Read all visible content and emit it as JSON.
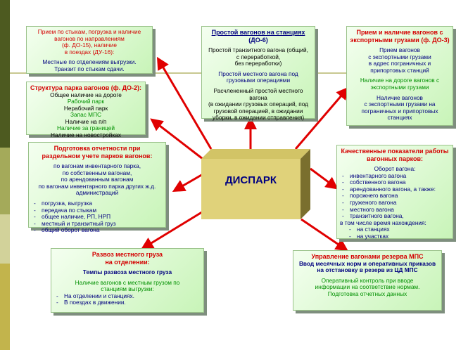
{
  "center": {
    "label": "ДИСПАРК"
  },
  "box_arrival": {
    "lines": [
      "Прием по стыкам, погрузка и наличие",
      "вагонов по направлениям",
      "(ф. ДО-15), наличие",
      "в поездах (ДУ-16):"
    ],
    "notes": [
      "Местные по отделениям выгрузки.",
      "Транзит по стыкам сдачи."
    ]
  },
  "box_idle": {
    "title_lines": [
      "Простой вагонов на станциях",
      "(ДО-6)"
    ],
    "items": [
      [
        "Простой транзитного вагона (общий,",
        "с переработкой,",
        "без переработки)"
      ],
      [
        "Простой местного вагона под",
        "грузовыми операциями"
      ],
      [
        "Расчлененный простой местного",
        "вагона",
        "(в ожидании грузовых операций, под",
        "грузовой операцией, в ожидании",
        "уборки, в ожидании отправления)"
      ]
    ]
  },
  "box_export": {
    "title_lines": [
      "Прием и наличие вагонов с",
      "экспортными грузами (ф. ДО-3)"
    ],
    "para1": [
      "Прием вагонов",
      "с экспортными грузами",
      "в адрес пограничных и",
      "припортовых станций"
    ],
    "para2": [
      "Наличие на дороге вагонов с",
      "экспортными грузами"
    ],
    "para3": [
      "Наличие вагонов",
      "с экспортными грузами на",
      "пограничных и припортовых",
      "станциях"
    ]
  },
  "box_structure": {
    "title": "Структура парка вагонов (ф. ДО-2):",
    "items": [
      "Общее наличие на дороге",
      "Рабочий парк",
      "Нерабочий парк",
      "Запас МПС",
      "Наличие на п/п",
      "Наличие за границей",
      "Наличие на новостройках"
    ]
  },
  "box_reporting": {
    "title_lines": [
      "Подготовка отчетности при",
      "раздельном учете парков вагонов:"
    ],
    "lines": [
      "по вагонам инвентарного парка,",
      "по собственным вагонам,",
      "по арендованным вагонам",
      "по вагонам инвентарного парка других ж.д.",
      "администраций"
    ],
    "bullets": [
      "погрузка, выгрузка",
      "передача по стыкам",
      "общее наличие, РП, НРП",
      "местный и транзитный груз",
      "общий оборот вагона"
    ]
  },
  "box_quality": {
    "title_lines": [
      "Качественные показатели работы",
      "вагонных парков:"
    ],
    "sub": "Оборот вагона:",
    "bullets": [
      "инвентарного вагона",
      "собственного вагона",
      "арендованного вагона, а также:",
      "порожнего вагона",
      "груженого вагона",
      "местного вагона",
      "транзитного вагона,"
    ],
    "tail": "в том числе время нахождения:",
    "tail_bullets": [
      "на станциях",
      "на участках"
    ]
  },
  "box_local": {
    "title_lines": [
      "Развоз местного груза",
      "на отделении:"
    ],
    "topic": "Темпы развоза местного груза",
    "para": [
      "Наличие вагонов с местным грузом по",
      "станциям выгрузки:"
    ],
    "bullets": [
      "На отделении и станциях.",
      "В поездах в движении."
    ]
  },
  "box_reserve": {
    "title": "Управление вагонами резерва МПС",
    "para1": [
      "Ввод месячных норм и оперативных приказов",
      "на отстановку в резерв из ЦД МПС"
    ],
    "para2": [
      "Оперативный контроль при вводе",
      "информации на соответствие нормам.",
      "Подготовка отчетных данных"
    ]
  },
  "colors": {
    "arrow": "#e00000",
    "box_top": "#f4fff0",
    "box_bottom": "#c8f4b8",
    "center_front": "#e0d27a",
    "center_side": "#7a6f2e",
    "accent_bar": [
      "#4a5a1c",
      "#9aa24c",
      "#c8c890",
      "#c4b44c"
    ]
  }
}
